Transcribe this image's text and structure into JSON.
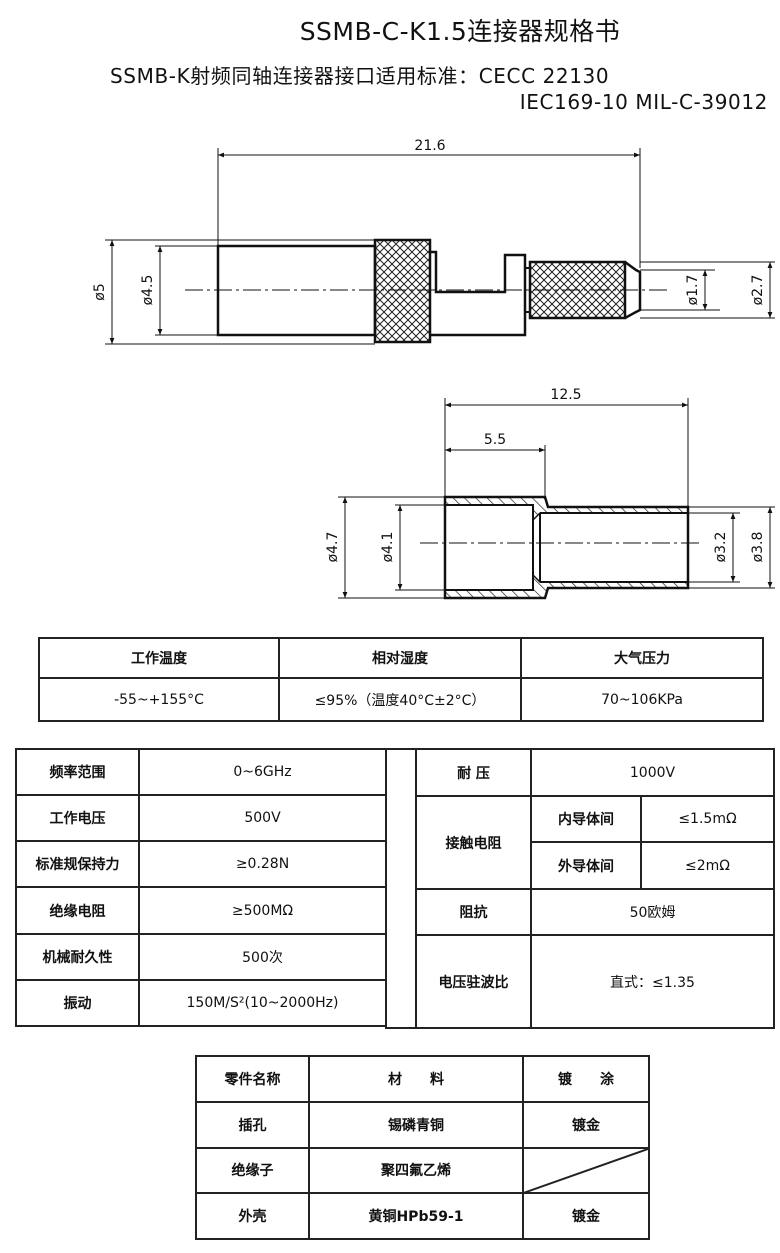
{
  "header": {
    "title": "SSMB-C-K1.5连接器规格书",
    "standard_line1": "SSMB-K射频同轴连接器接口适用标准：CECC 22130",
    "standard_line2": "IEC169-10 MIL-C-39012"
  },
  "drawing_plug": {
    "length": "21.6",
    "dia_outer": "ø5",
    "dia_body": "ø4.5",
    "dia_pin_inner": "ø1.7",
    "dia_pin_outer": "ø2.7"
  },
  "drawing_shell": {
    "length_total": "12.5",
    "length_step": "5.5",
    "dia_outer_large": "ø4.7",
    "dia_inner_large": "ø4.1",
    "dia_inner_small": "ø3.2",
    "dia_outer_small": "ø3.8"
  },
  "env_table": {
    "headers": [
      "工作温度",
      "相对湿度",
      "大气压力"
    ],
    "values": [
      "-55~+155°C",
      "≤95%（温度40°C±2°C）",
      "70~106KPa"
    ]
  },
  "spec_table": {
    "left": [
      {
        "label": "频率范围",
        "value": "0~6GHz"
      },
      {
        "label": "工作电压",
        "value": "500V"
      },
      {
        "label": "标准规保持力",
        "value": "≥0.28N"
      },
      {
        "label": "绝缘电阻",
        "value": "≥500MΩ"
      },
      {
        "label": "机械耐久性",
        "value": "500次"
      },
      {
        "label": "振动",
        "value": "150M/S²(10~2000Hz)"
      }
    ],
    "right": {
      "withstand_label": "耐  压",
      "withstand_value": "1000V",
      "contact_label": "接触电阻",
      "inner_label": "内导体间",
      "inner_value": "≤1.5mΩ",
      "outer_label": "外导体间",
      "outer_value": "≤2mΩ",
      "impedance_label": "阻抗",
      "impedance_value": "50欧姆",
      "vswr_label": "电压驻波比",
      "vswr_value": "直式：≤1.35"
    }
  },
  "material_table": {
    "headers": [
      "零件名称",
      "材　　料",
      "镀　　涂"
    ],
    "rows": [
      {
        "part": "插孔",
        "material": "锡磷青铜",
        "plating": "镀金"
      },
      {
        "part": "绝缘子",
        "material": "聚四氟乙烯",
        "plating": ""
      },
      {
        "part": "外壳",
        "material": "黄铜HPb59-1",
        "plating": "镀金"
      }
    ]
  }
}
